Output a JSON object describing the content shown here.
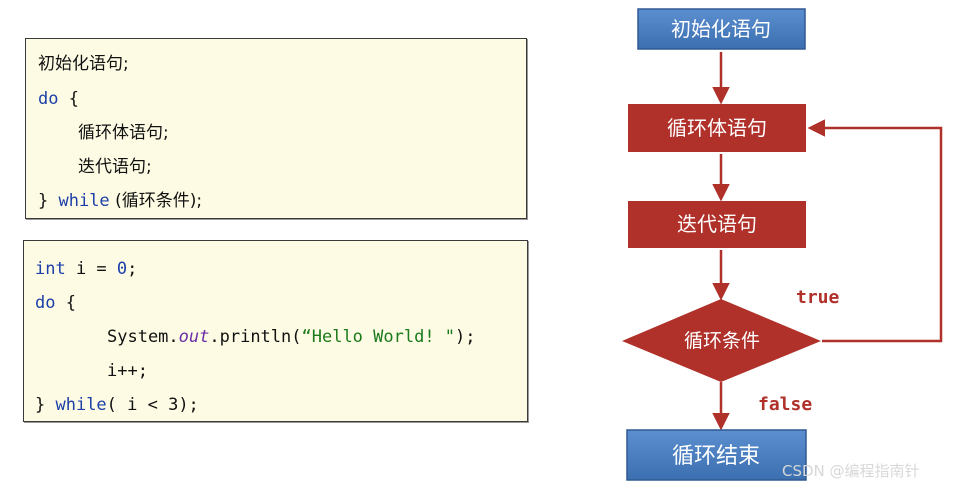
{
  "code1": {
    "l1": "初始化语句;",
    "l2_kw": "do",
    "l2_rest": " {",
    "l3": "循环体语句;",
    "l4": "迭代语句;",
    "l5_a": "} ",
    "l5_kw": "while",
    "l5_b": " (循环条件);"
  },
  "code2": {
    "l1_kw": "int",
    "l1_a": " i = ",
    "l1_num": "0",
    "l1_b": ";",
    "l2_kw": "do",
    "l2_rest": " {",
    "l3_a": "System.",
    "l3_fld": "out",
    "l3_b": ".println(",
    "l3_str": "“Hello World! \"",
    "l3_c": ");",
    "l4": "i++;",
    "l5_a": "} ",
    "l5_kw": "while",
    "l5_b": "( i < 3);"
  },
  "flowchart": {
    "init": "初始化语句",
    "body": "循环体语句",
    "iter": "迭代语句",
    "cond": "循环条件",
    "end": "循环结束",
    "true_label": "true",
    "false_label": "false"
  },
  "colors": {
    "blue_node": "#4a7fc1",
    "red_node": "#b0302a",
    "arrow": "#b0302a",
    "code_bg": "#fdfbe3"
  },
  "watermark": "CSDN @编程指南针"
}
